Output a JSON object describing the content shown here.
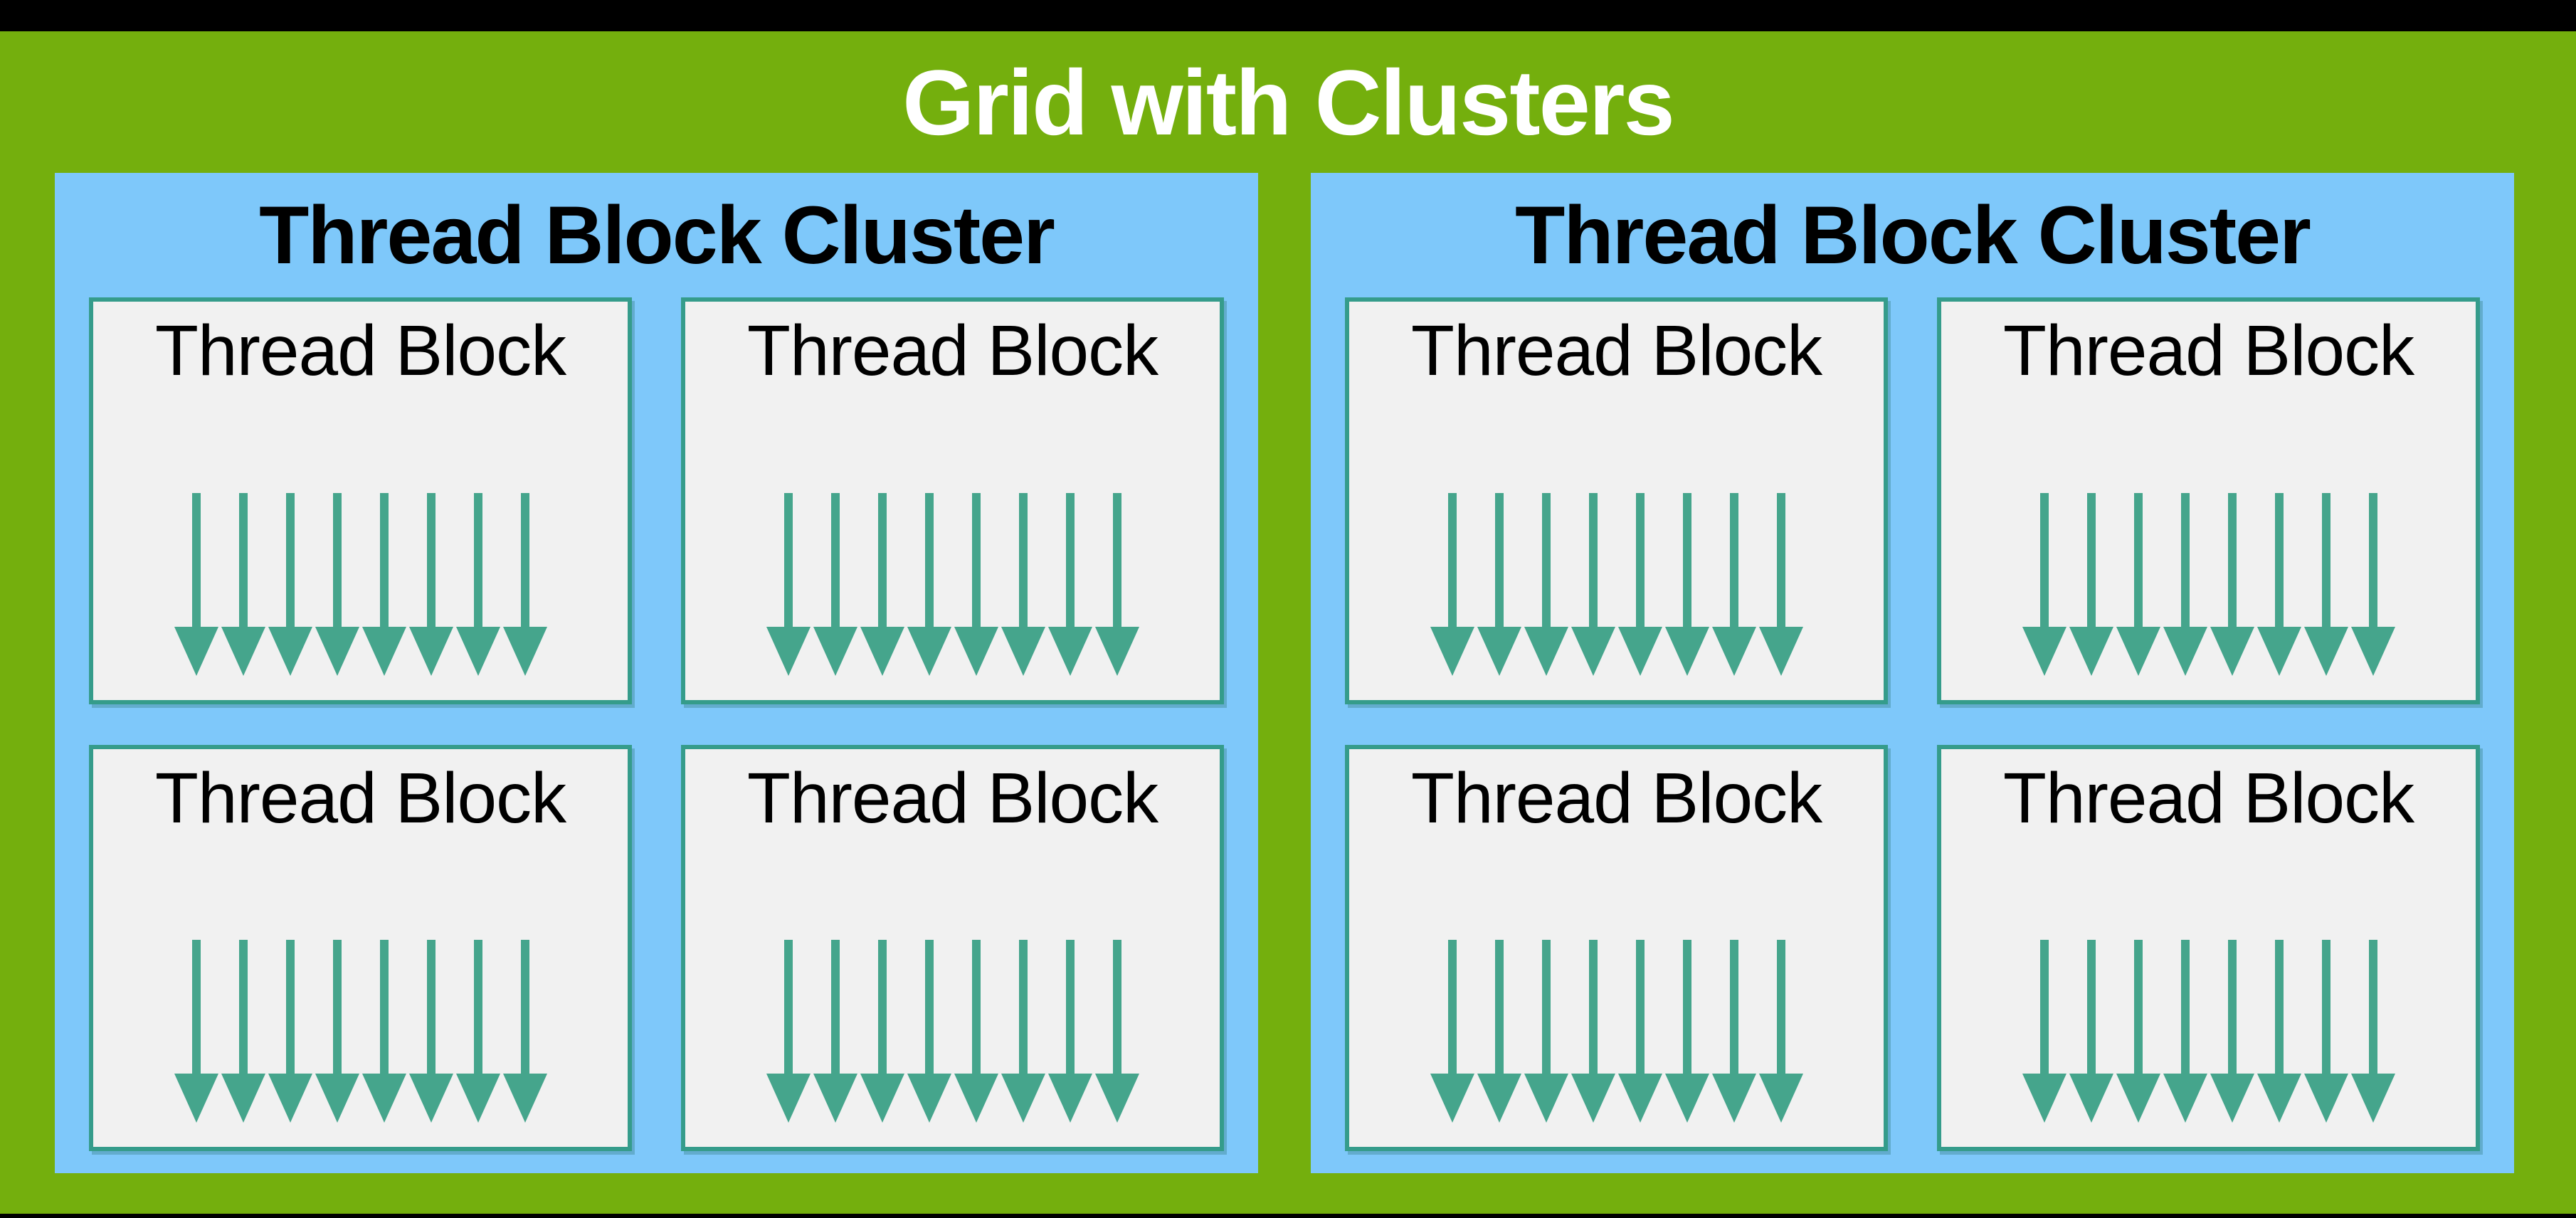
{
  "title": "Grid with Clusters",
  "colors": {
    "background_green": "#74AF0D",
    "cluster_blue": "#7EC8FA",
    "arrow_teal": "#45A58C",
    "block_border_teal": "#359C8B",
    "block_background": "#F1F1F1",
    "frame_black": "#000000",
    "title_text": "#FFFFFF",
    "heading_text": "#000000"
  },
  "clusters": [
    {
      "title": "Thread Block Cluster",
      "blocks": [
        {
          "label": "Thread Block",
          "arrow_count": 8
        },
        {
          "label": "Thread Block",
          "arrow_count": 8
        },
        {
          "label": "Thread Block",
          "arrow_count": 8
        },
        {
          "label": "Thread Block",
          "arrow_count": 8
        }
      ]
    },
    {
      "title": "Thread Block Cluster",
      "blocks": [
        {
          "label": "Thread Block",
          "arrow_count": 8
        },
        {
          "label": "Thread Block",
          "arrow_count": 8
        },
        {
          "label": "Thread Block",
          "arrow_count": 8
        },
        {
          "label": "Thread Block",
          "arrow_count": 8
        }
      ]
    }
  ]
}
